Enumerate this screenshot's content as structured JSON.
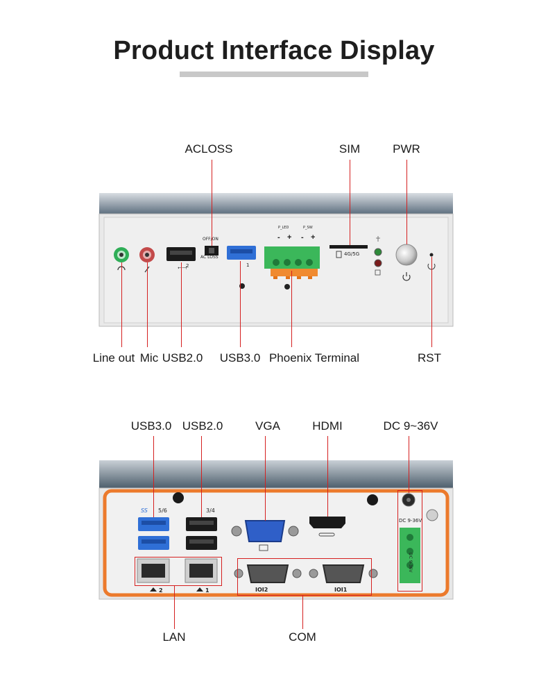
{
  "page": {
    "title": "Product Interface Display"
  },
  "front": {
    "labels": {
      "acloss": "ACLOSS",
      "sim": "SIM",
      "pwr": "PWR",
      "line_out": "Line out",
      "mic": "Mic",
      "usb20": "USB2.0",
      "usb30": "USB3.0",
      "phoenix": "Phoenix Terminal",
      "rst": "RST"
    },
    "panel_text": {
      "off_on": "OFF/ON",
      "ac_loss": "AC LOSS",
      "usb2_num": "2",
      "usb3_num": "1",
      "p_led": "P_LED",
      "p_sw": "P_SW",
      "minus": "-",
      "plus": "+",
      "sim_slot": "4G/5G"
    }
  },
  "rear": {
    "labels": {
      "usb30": "USB3.0",
      "usb20": "USB2.0",
      "vga": "VGA",
      "hdmi": "HDMI",
      "dc": "DC 9~36V",
      "lan": "LAN",
      "com": "COM"
    },
    "panel_text": {
      "usb3_num": "5/6",
      "usb2_num": "3/4",
      "lan2": "2",
      "lan1": "1",
      "com2": "IOI2",
      "com1": "IOI1",
      "dc_small": "DC 9-36V",
      "dc_vertical": "DC 9-36V",
      "ss": "SS"
    }
  },
  "colors": {
    "accent_line": "#d51f1f",
    "rear_frame": "#ec7a2c",
    "usb3_blue": "#2f6fd6",
    "terminal_green": "#3bb75a"
  }
}
